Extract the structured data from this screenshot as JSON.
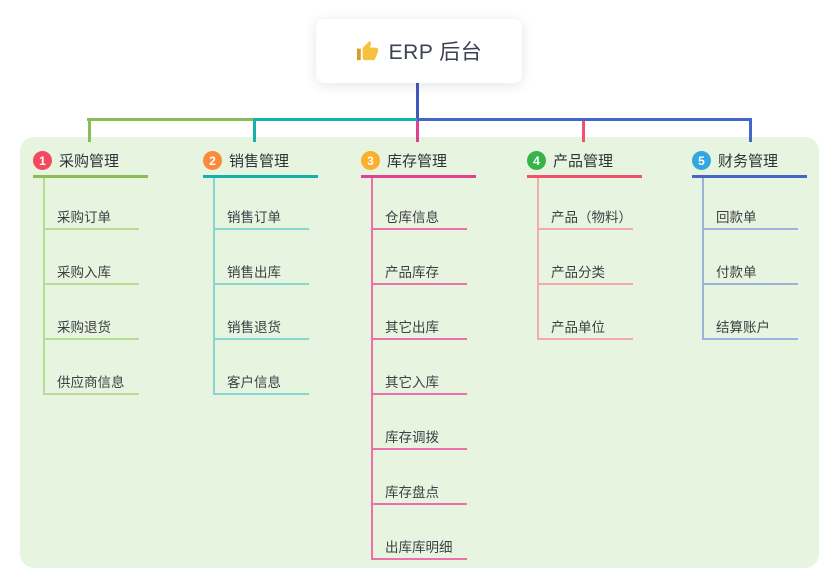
{
  "root": {
    "title": "ERP 后台",
    "icon": "thumbs-up-icon"
  },
  "colors": {
    "canvas_bg": "#ffffff",
    "panel_bg": "#e7f5e0",
    "root_line": "#4356c0",
    "root_text": "#3b4254",
    "title_text": "#2f3337",
    "item_text": "#3d3f42"
  },
  "branches": [
    {
      "number": "1",
      "title": "采购管理",
      "circle_color": "#f2495f",
      "line_color": "#8abd55",
      "light_line_color": "#b9dc95",
      "items": [
        "采购订单",
        "采购入库",
        "采购退货",
        "供应商信息"
      ]
    },
    {
      "number": "2",
      "title": "销售管理",
      "circle_color": "#f98b3a",
      "line_color": "#14b2aa",
      "light_line_color": "#87d6d0",
      "items": [
        "销售订单",
        "销售出库",
        "销售退货",
        "客户信息"
      ]
    },
    {
      "number": "3",
      "title": "库存管理",
      "circle_color": "#fbb02c",
      "line_color": "#e0428f",
      "light_line_color": "#ef6fae",
      "items": [
        "仓库信息",
        "产品库存",
        "其它出库",
        "其它入库",
        "库存调拨",
        "库存盘点",
        "出库库明细"
      ]
    },
    {
      "number": "4",
      "title": "产品管理",
      "circle_color": "#38b44a",
      "line_color": "#f2506b",
      "light_line_color": "#f3a9ae",
      "items": [
        "产品（物料）",
        "产品分类",
        "产品单位"
      ]
    },
    {
      "number": "5",
      "title": "财务管理",
      "circle_color": "#31a8e0",
      "line_color": "#4466c8",
      "light_line_color": "#9fb0de",
      "items": [
        "回款单",
        "付款单",
        "结算账户"
      ]
    }
  ]
}
